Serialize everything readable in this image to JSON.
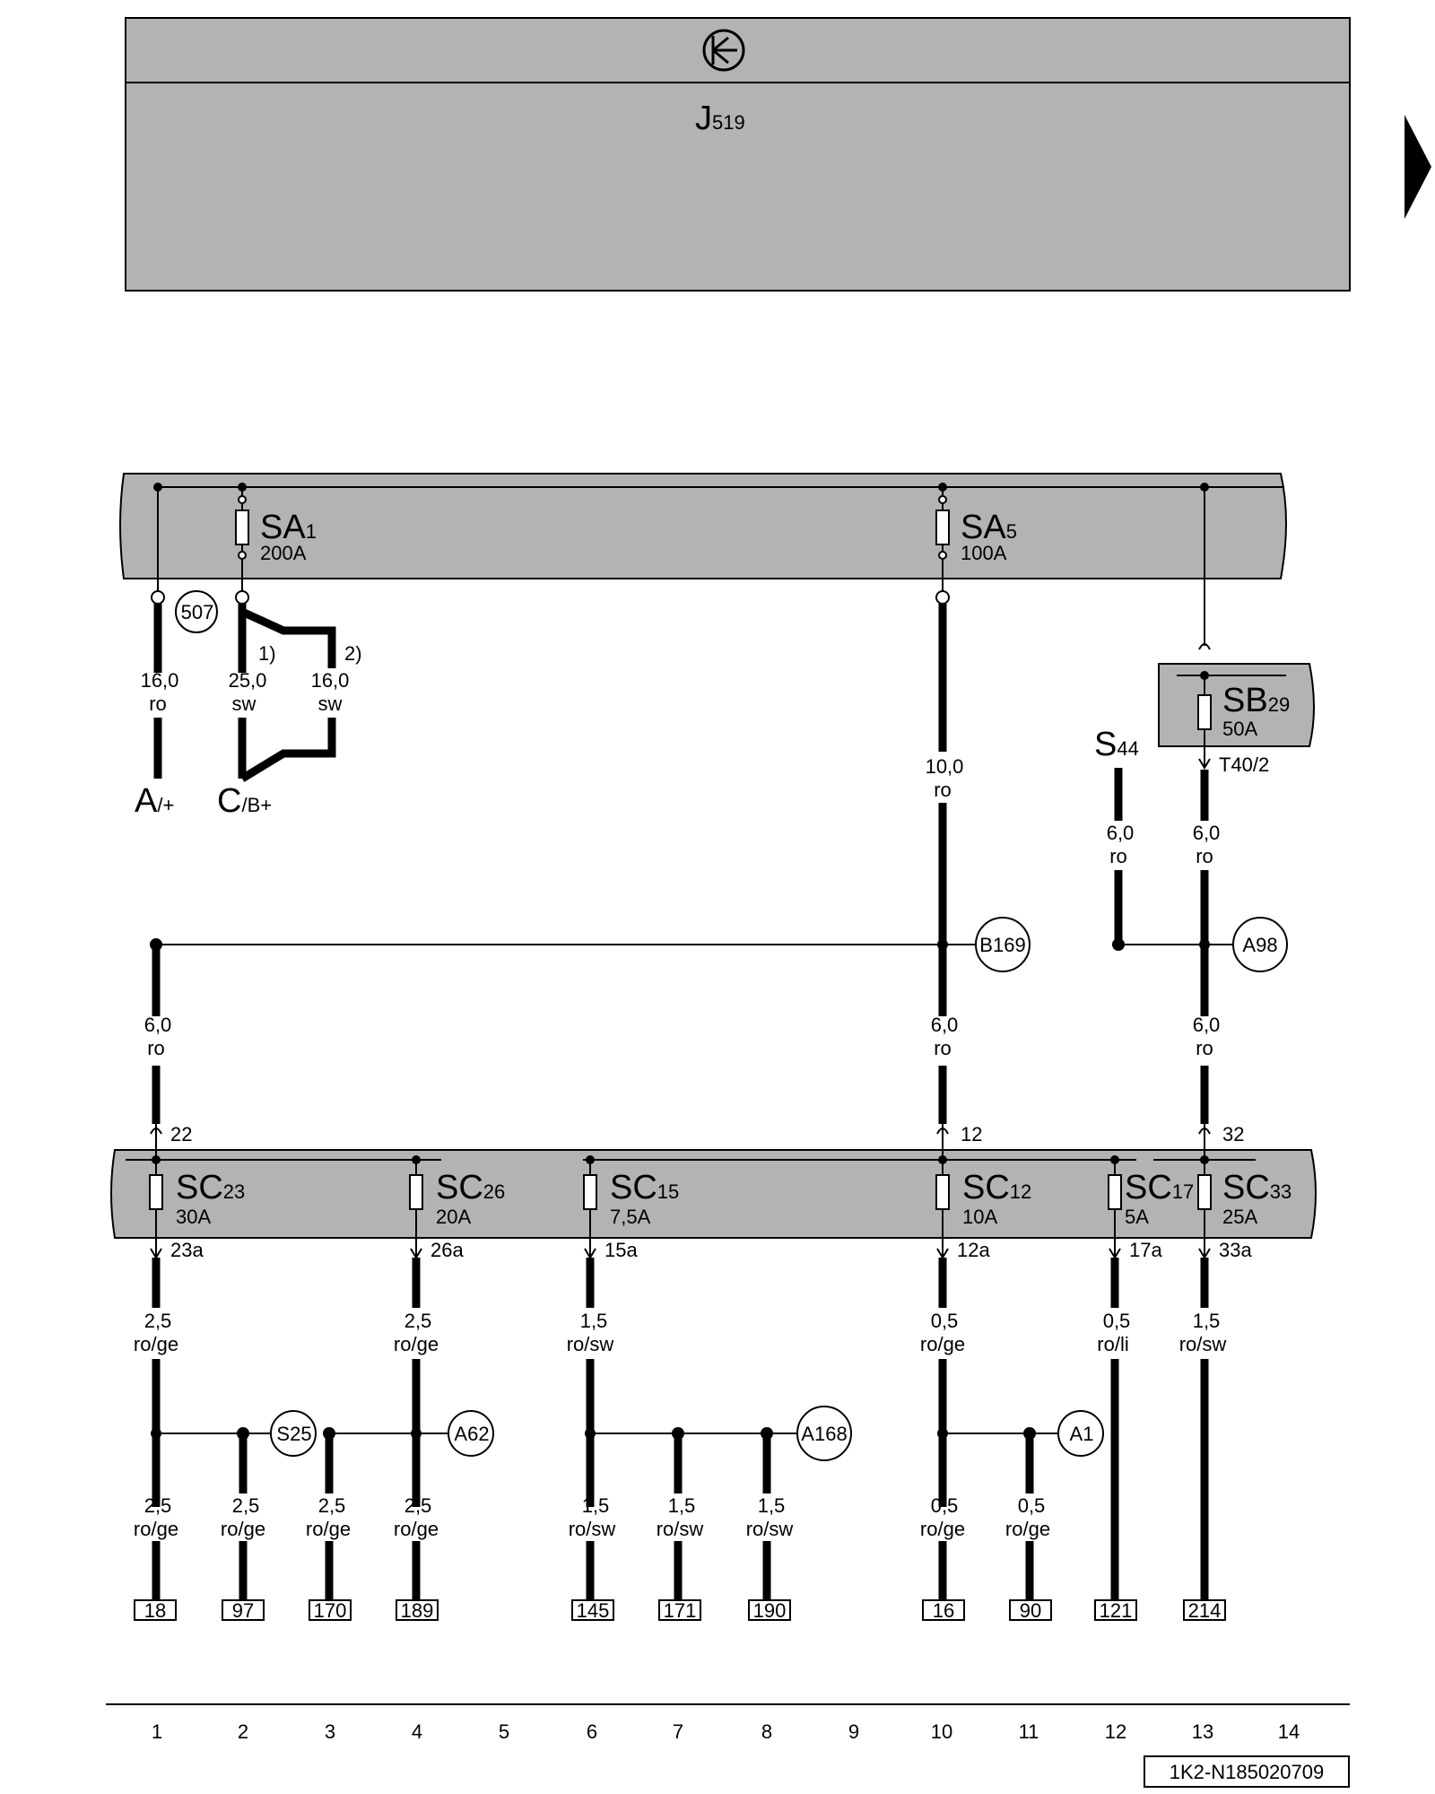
{
  "control_unit": {
    "name_main": "J",
    "name_sub": "519"
  },
  "fuses": {
    "SA1": {
      "main": "SA",
      "sub": "1",
      "rating": "200A"
    },
    "SA5": {
      "main": "SA",
      "sub": "5",
      "rating": "100A"
    },
    "SB29": {
      "main": "SB",
      "sub": "29",
      "rating": "50A"
    },
    "SC23": {
      "main": "SC",
      "sub": "23",
      "rating": "30A"
    },
    "SC26": {
      "main": "SC",
      "sub": "26",
      "rating": "20A"
    },
    "SC15": {
      "main": "SC",
      "sub": "15",
      "rating": "7,5A"
    },
    "SC12": {
      "main": "SC",
      "sub": "12",
      "rating": "10A"
    },
    "SC17": {
      "main": "SC",
      "sub": "17",
      "rating": "5A"
    },
    "SC33": {
      "main": "SC",
      "sub": "33",
      "rating": "25A"
    }
  },
  "terminals": {
    "A": {
      "main": "A",
      "sub": "/+"
    },
    "C": {
      "main": "C",
      "sub": "/B+"
    },
    "S44": {
      "main": "S",
      "sub": "44"
    }
  },
  "connector_label": "T40/2",
  "variants": {
    "v1": "1)",
    "v2": "2)"
  },
  "connection_points": [
    "507",
    "B169",
    "A98",
    "S25",
    "A62",
    "A168",
    "A1"
  ],
  "pins": {
    "p22": "22",
    "p12": "12",
    "p32": "32",
    "p23a": "23a",
    "p26a": "26a",
    "p15a": "15a",
    "p12a": "12a",
    "p17a": "17a",
    "p33a": "33a"
  },
  "wires": {
    "w_a": {
      "size": "16,0",
      "color": "ro"
    },
    "w_c1": {
      "size": "25,0",
      "color": "sw"
    },
    "w_c2": {
      "size": "16,0",
      "color": "sw"
    },
    "w_sa5": {
      "size": "10,0",
      "color": "ro"
    },
    "w_s44": {
      "size": "6,0",
      "color": "ro"
    },
    "w_sb29": {
      "size": "6,0",
      "color": "ro"
    },
    "w_left6": {
      "size": "6,0",
      "color": "ro"
    },
    "w_mid6": {
      "size": "6,0",
      "color": "ro"
    },
    "w_right6": {
      "size": "6,0",
      "color": "ro"
    },
    "w_sc23": {
      "size": "2,5",
      "color": "ro/ge"
    },
    "w_sc26": {
      "size": "2,5",
      "color": "ro/ge"
    },
    "w_sc15": {
      "size": "1,5",
      "color": "ro/sw"
    },
    "w_sc12": {
      "size": "0,5",
      "color": "ro/ge"
    },
    "w_sc17": {
      "size": "0,5",
      "color": "ro/li"
    },
    "w_sc33": {
      "size": "1,5",
      "color": "ro/sw"
    },
    "b18": {
      "size": "2,5",
      "color": "ro/ge"
    },
    "b97": {
      "size": "2,5",
      "color": "ro/ge"
    },
    "b170": {
      "size": "2,5",
      "color": "ro/ge"
    },
    "b189": {
      "size": "2,5",
      "color": "ro/ge"
    },
    "b145": {
      "size": "1,5",
      "color": "ro/sw"
    },
    "b171": {
      "size": "1,5",
      "color": "ro/sw"
    },
    "b190": {
      "size": "1,5",
      "color": "ro/sw"
    },
    "b16": {
      "size": "0,5",
      "color": "ro/ge"
    },
    "b90": {
      "size": "0,5",
      "color": "ro/ge"
    }
  },
  "targets": [
    "18",
    "97",
    "170",
    "189",
    "145",
    "171",
    "190",
    "16",
    "90",
    "121",
    "214"
  ],
  "scale": [
    "1",
    "2",
    "3",
    "4",
    "5",
    "6",
    "7",
    "8",
    "9",
    "10",
    "11",
    "12",
    "13",
    "14"
  ],
  "document_id": "1K2-N185020709"
}
